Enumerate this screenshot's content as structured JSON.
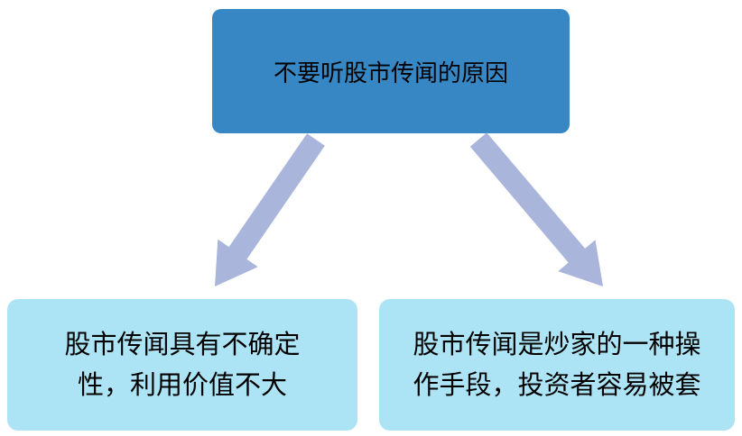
{
  "diagram": {
    "type": "top-down flow diagram",
    "top_box": {
      "label": "不要听股市传闻的原因"
    },
    "bottom_left_box": {
      "line1": "股市传闻具有不确定",
      "line2": "性，利用价值不大"
    },
    "bottom_right_box": {
      "line1": "股市传闻是炒家的一种操",
      "line2": "作手段，投资者容易被套"
    }
  },
  "colors": {
    "top_box_fill": "#3787c5",
    "bottom_box_fill": "#ace4f5",
    "arrow_fill": "#a9b5da",
    "text": "#000000",
    "background": "#ffffff"
  }
}
